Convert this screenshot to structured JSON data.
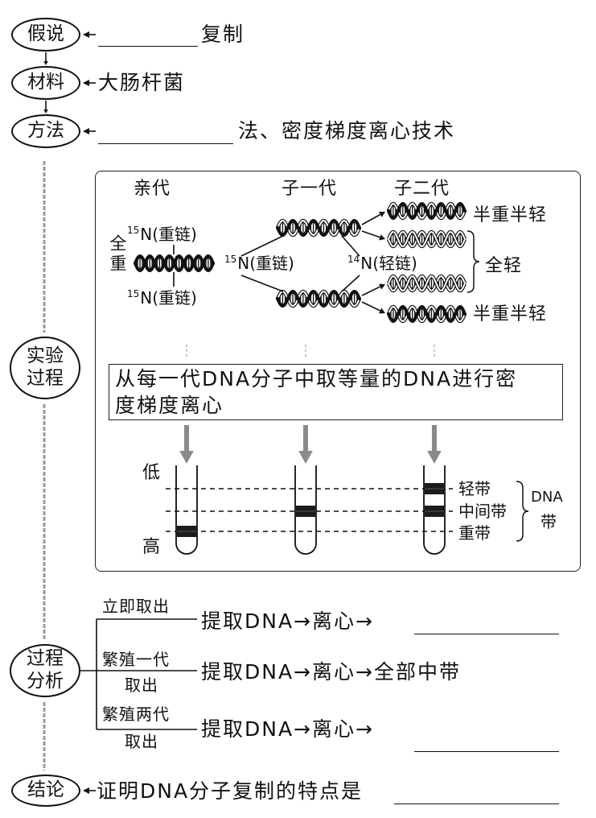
{
  "hypothesis": {
    "label": "假说",
    "suffix": "复制"
  },
  "material": {
    "label": "材料",
    "answer": "大肠杆菌"
  },
  "method": {
    "label": "方法",
    "suffix": "法、密度梯度离心技术"
  },
  "experiment": {
    "label": [
      "实验",
      "过程"
    ],
    "generation_labels": [
      "亲代",
      "子一代",
      "子二代"
    ],
    "parent": {
      "full_heavy": "全重",
      "top_label": {
        "isotope": "15",
        "text": "N(重链)"
      },
      "bottom_label": {
        "isotope": "15",
        "text": "N(重链)"
      }
    },
    "f1": {
      "heavy_label": {
        "isotope": "15",
        "text": "N(重链)"
      },
      "light_label": {
        "isotope": "14",
        "text": "N(轻链)"
      }
    },
    "f2_labels": {
      "top": "半重半轻",
      "middle": "全轻",
      "bottom": "半重半轻"
    },
    "helices": {
      "parent": [
        {
          "heavy_strands": 2
        }
      ],
      "f1": [
        {
          "heavy_strands": 1
        },
        {
          "heavy_strands": 1
        }
      ],
      "f2": [
        {
          "heavy_strands": 1
        },
        {
          "heavy_strands": 0
        },
        {
          "heavy_strands": 0
        },
        {
          "heavy_strands": 1
        }
      ]
    },
    "procedure": [
      "从每一代DNA分子中取等量的DNA进行密",
      "度梯度离心"
    ],
    "density_low": "低",
    "density_high": "高",
    "band_labels": [
      "轻带",
      "中间带",
      "重带"
    ],
    "band_group": [
      "DNA",
      "带"
    ],
    "tubes": [
      {
        "bands": [
          2
        ]
      },
      {
        "bands": [
          1
        ]
      },
      {
        "bands": [
          0,
          1
        ]
      }
    ]
  },
  "analysis": {
    "label": [
      "过程",
      "分析"
    ],
    "rows": [
      {
        "condition": [
          "立即取出"
        ],
        "steps": "提取DNA→离心→"
      },
      {
        "condition": [
          "繁殖一代",
          "取出"
        ],
        "steps": "提取DNA→离心→",
        "result": "全部中带"
      },
      {
        "condition": [
          "繁殖两代",
          "取出"
        ],
        "steps": "提取DNA→离心→"
      }
    ]
  },
  "conclusion": {
    "label": "结论",
    "text": "证明DNA分子复制的特点是"
  }
}
